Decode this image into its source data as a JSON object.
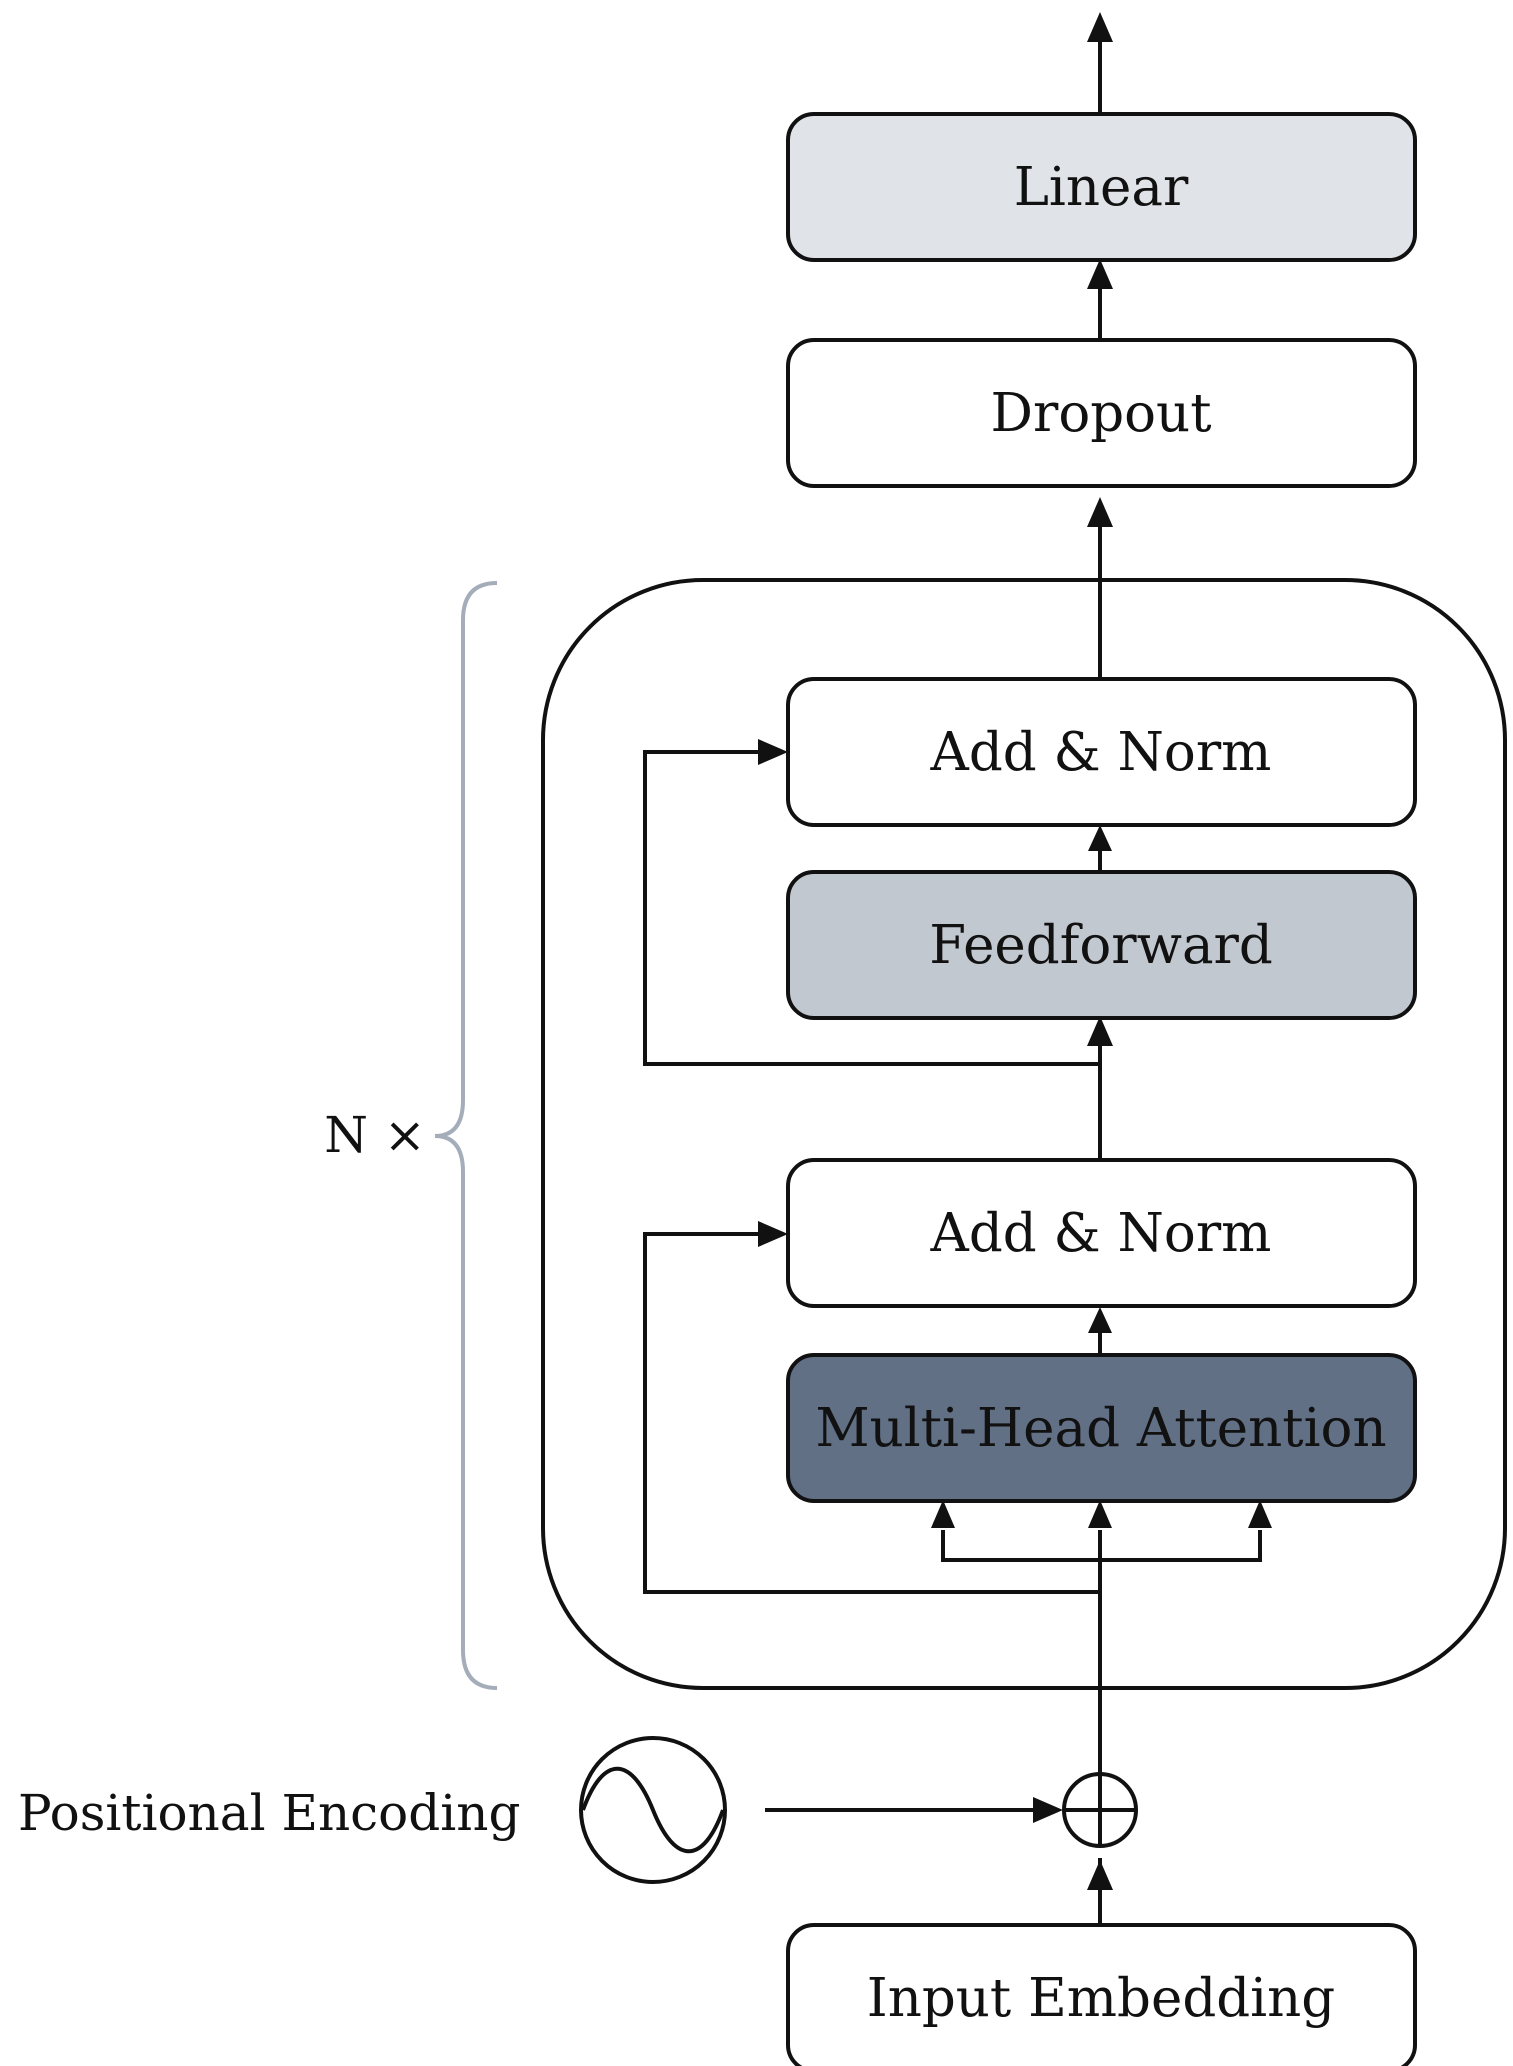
{
  "colors": {
    "stroke": "#111111",
    "linear_fill": "#e0e3e8",
    "feedforward_fill": "#c2c8d0",
    "attention_fill": "#627086",
    "white_fill": "#ffffff",
    "brace": "#a4adb9"
  },
  "blocks": {
    "linear": "Linear",
    "dropout": "Dropout",
    "add_norm_top": "Add & Norm",
    "feedforward": "Feedforward",
    "add_norm_bottom": "Add & Norm",
    "attention": "Multi-Head Attention",
    "input_embedding": "Input Embedding"
  },
  "labels": {
    "repeat": "N ×",
    "positional_encoding": "Positional Encoding"
  },
  "icons": {
    "positional_encoding": "sine-wave-icon",
    "sum": "plus-circle-icon"
  }
}
